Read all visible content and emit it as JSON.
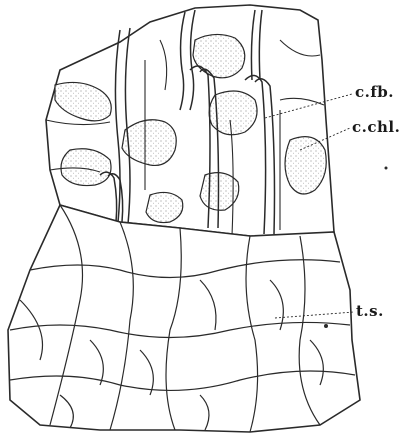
{
  "figure": {
    "labels": {
      "c_fb": "c.fb.",
      "c_chl": "c.chl.",
      "t_s": "t.s."
    },
    "ink_color": "#2a2a2a",
    "stipple_color": "#bdbdbd"
  }
}
